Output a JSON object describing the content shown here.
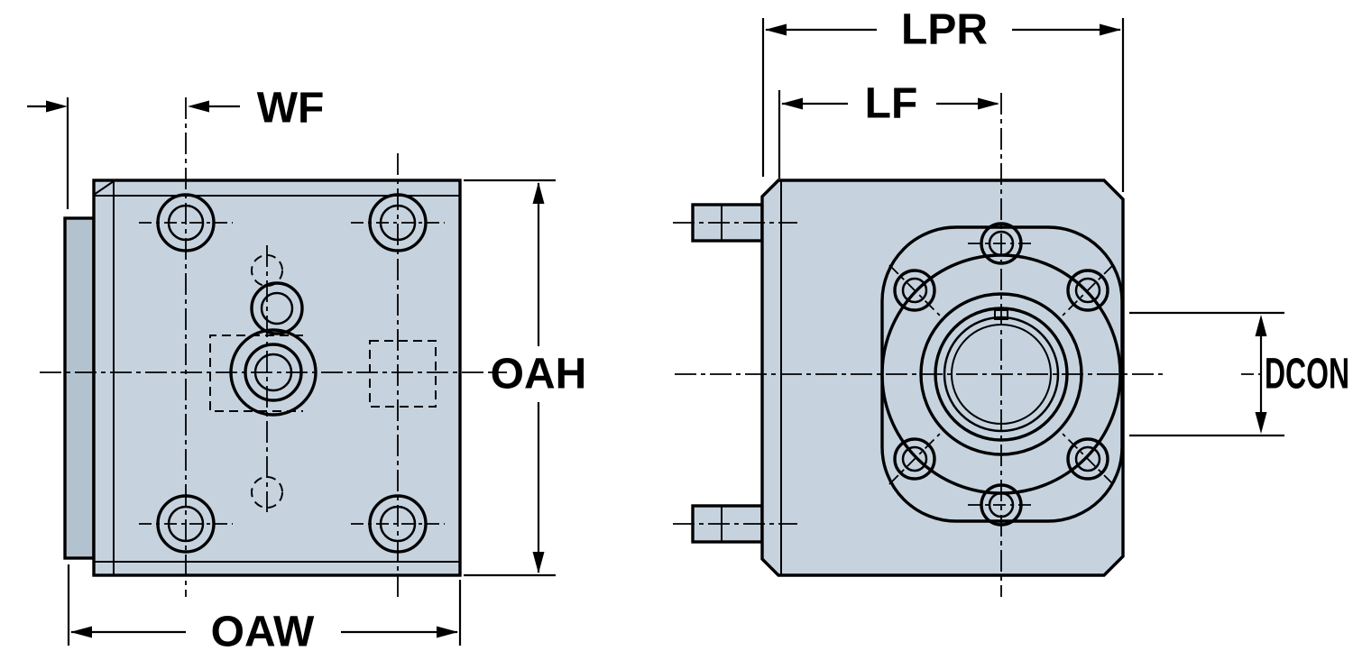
{
  "diagram": {
    "type": "technical-drawing",
    "views": [
      "front-view",
      "side-view"
    ],
    "labels": {
      "wf": "WF",
      "oah": "OAH",
      "oaw": "OAW",
      "lpr": "LPR",
      "lf": "LF",
      "dcon": "DCON"
    },
    "colors": {
      "body_fill": "#c6d3df",
      "body_fill_dark": "#b3c2cf",
      "line": "#000000",
      "background": "#ffffff"
    }
  }
}
